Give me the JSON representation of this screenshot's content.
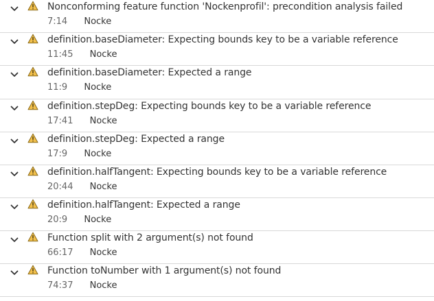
{
  "colors": {
    "warning_fill": "#f2c04c",
    "warning_stroke": "#8a6a1a",
    "divider": "#d8d8d8",
    "chevron": "#333333"
  },
  "icons": {
    "expand": "chevron-down-icon",
    "severity": "warning-icon"
  },
  "messages": [
    {
      "text": "Nonconforming feature function 'Nockenprofil': precondition analysis failed",
      "position": "7:14",
      "file": "Nocke"
    },
    {
      "text": "definition.baseDiameter: Expecting bounds key to be a variable reference",
      "position": "11:45",
      "file": "Nocke"
    },
    {
      "text": "definition.baseDiameter: Expected a range",
      "position": "11:9",
      "file": "Nocke"
    },
    {
      "text": "definition.stepDeg: Expecting bounds key to be a variable reference",
      "position": "17:41",
      "file": "Nocke"
    },
    {
      "text": "definition.stepDeg: Expected a range",
      "position": "17:9",
      "file": "Nocke"
    },
    {
      "text": "definition.halfTangent: Expecting bounds key to be a variable reference",
      "position": "20:44",
      "file": "Nocke"
    },
    {
      "text": "definition.halfTangent: Expected a range",
      "position": "20:9",
      "file": "Nocke"
    },
    {
      "text": "Function split with 2 argument(s) not found",
      "position": "66:17",
      "file": "Nocke"
    },
    {
      "text": "Function toNumber with 1 argument(s) not found",
      "position": "74:37",
      "file": "Nocke"
    }
  ]
}
